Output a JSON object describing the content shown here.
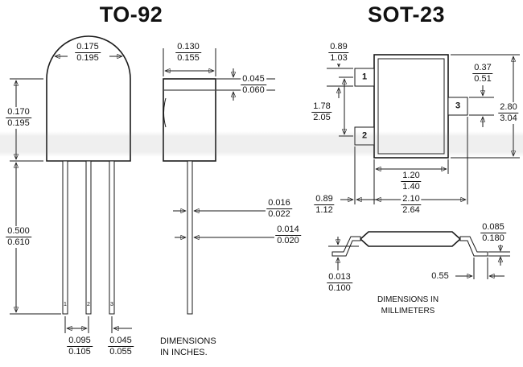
{
  "meta": {
    "colors": {
      "ink": "#1a1a1a",
      "paper": "#ffffff",
      "scan_band": "#e9e9e9"
    }
  },
  "to92": {
    "title": "TO-92",
    "note_line1": "DIMENSIONS",
    "note_line2": "IN INCHES.",
    "pins": [
      "1",
      "2",
      "3"
    ],
    "dims": {
      "dome_width": {
        "a": "0.175",
        "b": "0.195"
      },
      "body_height": {
        "a": "0.170",
        "b": "0.195"
      },
      "lead_length": {
        "a": "0.500",
        "b": "0.610"
      },
      "lead_pitch": {
        "a": "0.095",
        "b": "0.105"
      },
      "lead_offset": {
        "a": "0.045",
        "b": "0.055"
      },
      "side_width": {
        "a": "0.130",
        "b": "0.155"
      },
      "side_step": {
        "a": "0.045",
        "b": "0.060"
      },
      "lead_width": {
        "a": "0.016",
        "b": "0.022"
      },
      "lead_thick": {
        "a": "0.014",
        "b": "0.020"
      }
    }
  },
  "sot23": {
    "title": "SOT-23",
    "note_line1": "DIMENSIONS IN",
    "note_line2": "MILLIMETERS",
    "pins": [
      "1",
      "2",
      "3"
    ],
    "dims": {
      "pad1_len": {
        "a": "0.89",
        "b": "1.03"
      },
      "pad_pitch": {
        "a": "1.78",
        "b": "2.05"
      },
      "pad3_width": {
        "a": "0.37",
        "b": "0.51"
      },
      "body_length": {
        "a": "2.80",
        "b": "3.04"
      },
      "body_width": {
        "a": "1.20",
        "b": "1.40"
      },
      "overall_width": {
        "a": "2.10",
        "b": "2.64"
      },
      "pad2_len": {
        "a": "0.89",
        "b": "1.12"
      },
      "lead_thick": {
        "a": "0.085",
        "b": "0.180"
      },
      "standoff": {
        "a": "0.013",
        "b": "0.100"
      },
      "foot_len": "0.55"
    }
  }
}
